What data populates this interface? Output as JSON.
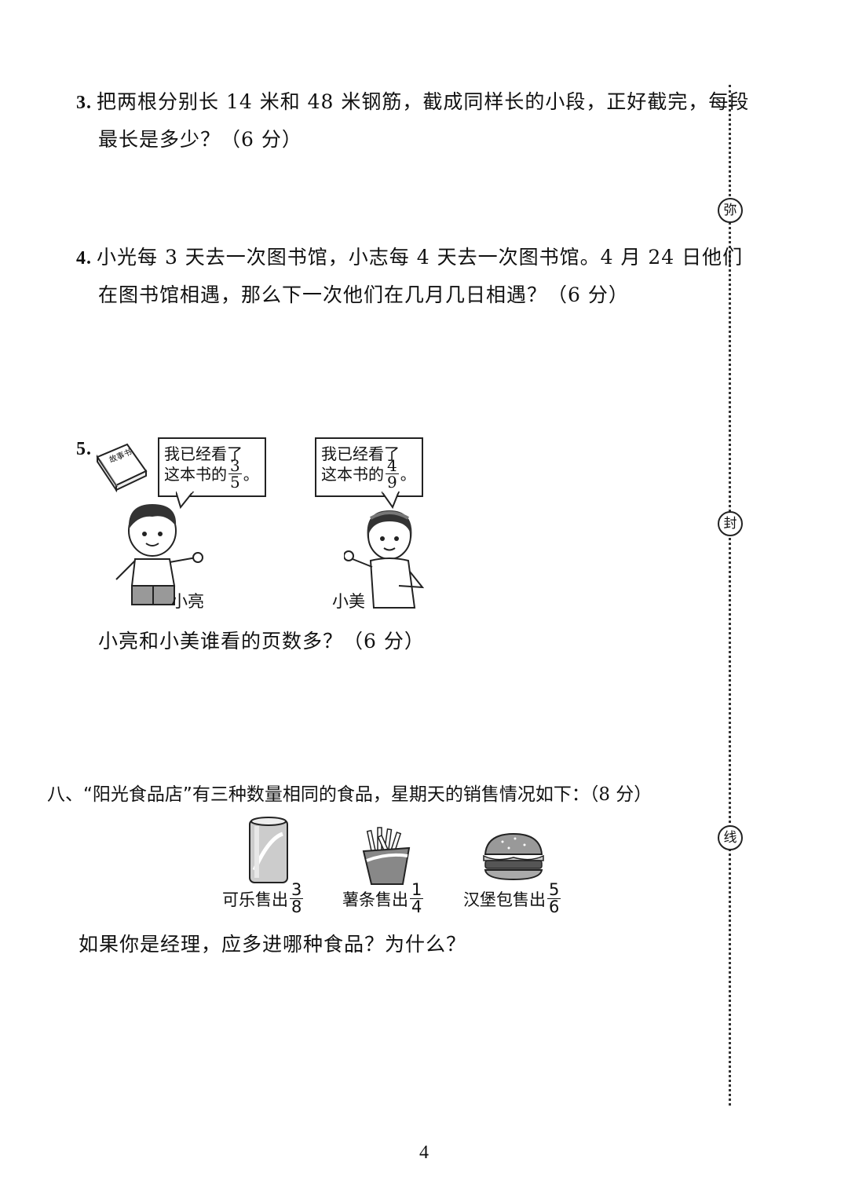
{
  "q3": {
    "num": "3.",
    "line1": "把两根分别长 14 米和 48 米钢筋，截成同样长的小段，正好截完，每段",
    "line2": "最长是多少？（6 分）"
  },
  "q4": {
    "num": "4.",
    "line1": "小光每 3 天去一次图书馆，小志每 4 天去一次图书馆。4 月 24 日他们",
    "line2": "在图书馆相遇，那么下一次他们在几月几日相遇？（6 分）"
  },
  "q5": {
    "num": "5.",
    "book_title": "故事书",
    "boy_bubble": {
      "line1": "我已经看了",
      "line2": "这本书的",
      "numerator": "3",
      "denominator": "5",
      "tail": "。"
    },
    "girl_bubble": {
      "line1": "我已经看了",
      "line2": "这本书的",
      "numerator": "4",
      "denominator": "9",
      "tail": "。"
    },
    "boy_name": "小亮",
    "girl_name": "小美",
    "question": "小亮和小美谁看的页数多？（6 分）"
  },
  "section8": {
    "title": "八、“阳光食品店”有三种数量相同的食品，星期天的销售情况如下：",
    "points": "（8 分）",
    "items": [
      {
        "label": "可乐售出",
        "numerator": "3",
        "denominator": "8",
        "icon": "cola-can-icon"
      },
      {
        "label": "薯条售出",
        "numerator": "1",
        "denominator": "4",
        "icon": "fries-icon"
      },
      {
        "label": "汉堡包售出",
        "numerator": "5",
        "denominator": "6",
        "icon": "burger-icon"
      }
    ],
    "question": "如果你是经理，应多进哪种食品？为什么？"
  },
  "margin": {
    "chars": [
      "弥",
      "封",
      "线"
    ]
  },
  "page_number": "4"
}
